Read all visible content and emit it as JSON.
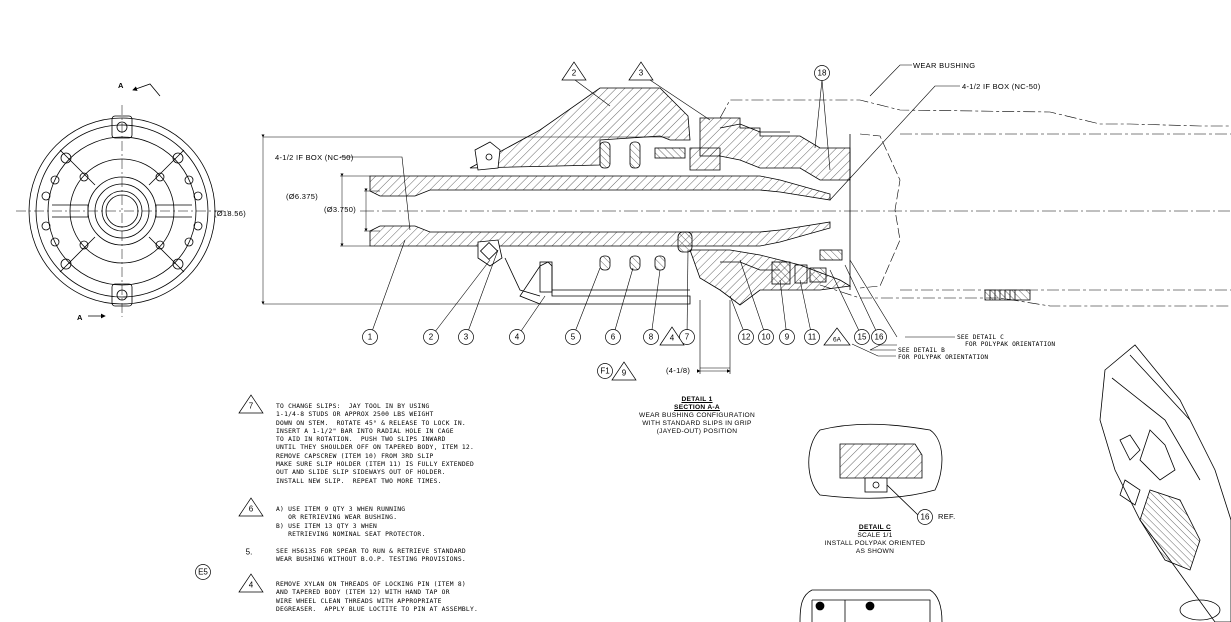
{
  "section_marker": "A",
  "dimensions": {
    "overall_dia": "(Ø18.56)",
    "body_dia": "(Ø6.375)",
    "bore_dia": "(Ø3.750)",
    "box_thread_left": "4-1/2 IF BOX (NC-50)",
    "box_thread_right": "4-1/2 IF BOX (NC-50)",
    "wear_bushing": "WEAR BUSHING",
    "length_note": "(4-1/8)",
    "ref": "REF."
  },
  "balloons": {
    "row": [
      "1",
      "2",
      "3",
      "4",
      "5",
      "6",
      "8",
      "7",
      "12",
      "10",
      "9",
      "11",
      "15",
      "16"
    ],
    "six_a": "6A",
    "top": "18",
    "f1": "F1",
    "detail_c_item": "16"
  },
  "deltas": {
    "d2": "2",
    "d3": "3",
    "d4_row": "4",
    "d9": "9",
    "n7": "7",
    "n6": "6",
    "n5": "5.",
    "n4": "4",
    "e5": "E5"
  },
  "callouts": {
    "see_c": [
      "SEE DETAIL  C",
      "FOR POLYPAK ORIENTATION"
    ],
    "see_b": [
      "SEE DETAIL  B",
      "FOR POLYPAK ORIENTATION"
    ]
  },
  "detail1": {
    "title": "DETAIL 1",
    "section": "SECTION  A-A",
    "lines": [
      "WEAR BUSHING CONFIGURATION",
      "WITH STANDARD SLIPS IN GRIP",
      "(JAYED-OUT) POSITION"
    ]
  },
  "detailc": {
    "title": "DETAIL  C",
    "lines": [
      "SCALE  1/1",
      "INSTALL POLYPAK ORIENTED",
      "AS SHOWN"
    ]
  },
  "notes": {
    "n7": "TO CHANGE SLIPS:  JAY TOOL IN BY USING\n1-1/4-8 STUDS OR APPROX 2500 LBS WEIGHT\nDOWN ON STEM.  ROTATE 45° & RELEASE TO LOCK IN.\nINSERT A 1-1/2\" BAR INTO RADIAL HOLE IN CAGE\nTO AID IN ROTATION.  PUSH TWO SLIPS INWARD\nUNTIL THEY SHOULDER OFF ON TAPERED BODY, ITEM 12.\nREMOVE CAPSCREW (ITEM 10) FROM 3RD SLIP\nMAKE SURE SLIP HOLDER (ITEM 11) IS FULLY EXTENDED\nOUT AND SLIDE SLIP SIDEWAYS OUT OF HOLDER.\nINSTALL NEW SLIP.  REPEAT TWO MORE TIMES.",
    "n6": "A) USE ITEM 9 QTY 3 WHEN RUNNING\n   OR RETRIEVING WEAR BUSHING.\nB) USE ITEM 13 QTY 3 WHEN\n   RETRIEVING NOMINAL SEAT PROTECTOR.",
    "n5": "SEE H56135 FOR SPEAR TO RUN & RETRIEVE STANDARD\nWEAR BUSHING WITHOUT B.O.P. TESTING PROVISIONS.",
    "n4": "REMOVE XYLAN ON THREADS OF LOCKING PIN (ITEM 8)\nAND TAPERED BODY (ITEM 12) WITH HAND TAP OR\nWIRE WHEEL CLEAN THREADS WITH APPROPRIATE\nDEGREASER.  APPLY BLUE LOCTITE TO PIN AT ASSEMBLY."
  }
}
